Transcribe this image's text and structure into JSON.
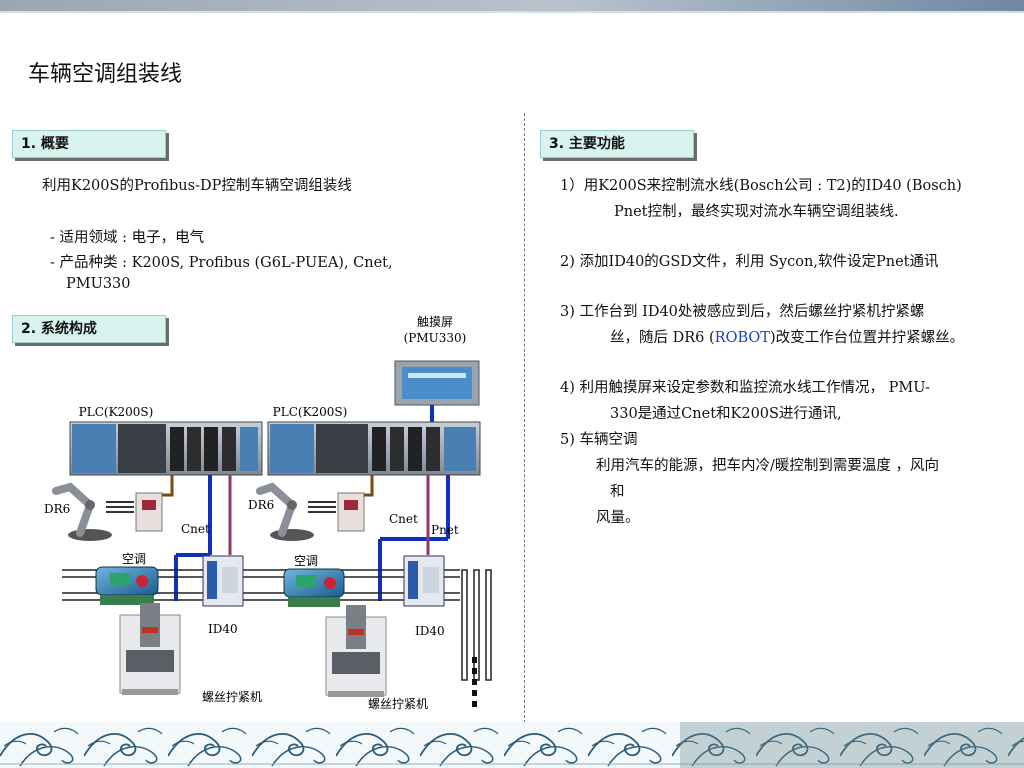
{
  "title": "车辆空调组装线",
  "left": {
    "sec1": "1. 概要",
    "overview": "利用K200S的Profibus-DP控制车辆空调组装线",
    "field": "- 适用领域 : 电子，电气",
    "product_1": "- 产品种类 : K200S, Profibus (G6L-PUEA), Cnet,",
    "product_2": "PMU330",
    "sec2": "2. 系统构成"
  },
  "diagram": {
    "touch_1": "触摸屏",
    "touch_2": "(PMU330)",
    "plc_a": "PLC(K200S)",
    "plc_b": "PLC(K200S)",
    "dr6_a": "DR6",
    "dr6_b": "DR6",
    "cnet_a": "Cnet",
    "cnet_b": "Cnet",
    "pnet": "Pnet",
    "ac_a": "空调",
    "ac_b": "空调",
    "id40_a": "ID40",
    "id40_b": "ID40",
    "screw_a": "螺丝拧紧机",
    "screw_b": "螺丝拧紧机"
  },
  "right": {
    "sec3": "3. 主要功能",
    "f1_l1": "1）用K200S来控制流水线(Bosch公司 : T2)的ID40 (Bosch)",
    "f1_l2": "Pnet控制，最终实现对流水车辆空调组装线.",
    "f2": "2) 添加ID40的GSD文件，利用 Sycon,软件设定Pnet通讯",
    "f3_l1": "3) 工作台到 ID40处被感应到后，然后螺丝拧紧机拧紧螺",
    "f3_l2a": "丝，随后 DR6 (",
    "f3_l2b": "ROBOT",
    "f3_l2c": ")改变工作台位置并拧紧螺丝。",
    "f4_l1": "4)   利用触摸屏来设定参数和监控流水线工作情况， PMU-",
    "f4_l2": "330是通过Cnet和K200S进行通讯,",
    "f5_l1": "5) 车辆空调",
    "f5_l2": "利用汽车的能源，把车内冷/暖控制到需要温度 ，风向",
    "f5_l3": "和",
    "f5_l4": "风量。"
  }
}
